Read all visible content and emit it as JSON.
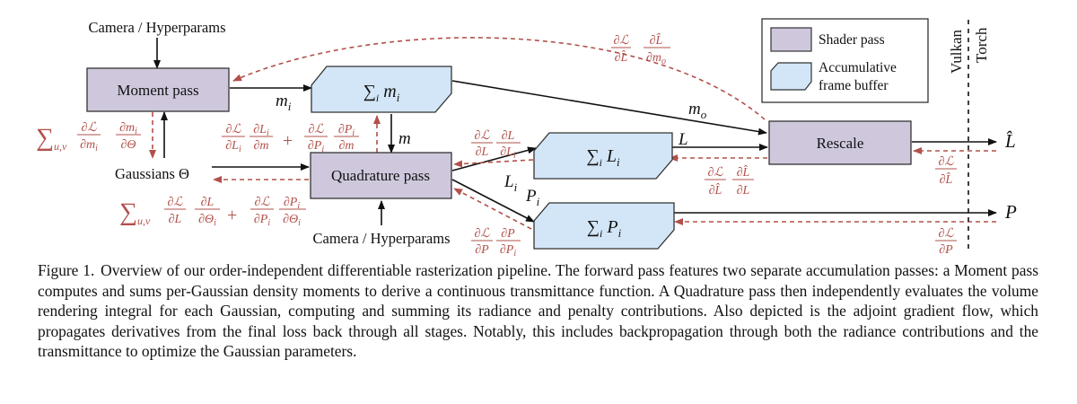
{
  "labels": {
    "camera_top": "Camera / Hyperparams",
    "camera_bottom": "Camera / Hyperparams",
    "gaussians": "Gaussians Θ",
    "vulkan": "Vulkan",
    "torch": "Torch"
  },
  "nodes": {
    "moment": "Moment pass",
    "quadrature": "Quadrature pass",
    "rescale": "Rescale",
    "sum_m": "∑",
    "sum_L": "∑",
    "sum_P": "∑",
    "sum_m_index": "i",
    "sum_L_index": "i",
    "sum_P_index": "i",
    "sum_m_var": "m",
    "sum_L_var": "L",
    "sum_P_var": "P",
    "sum_m_sub": "i",
    "sum_L_sub": "i",
    "sum_P_sub": "i"
  },
  "legend": {
    "shader": "Shader pass",
    "accum_line1": "Accumulative",
    "accum_line2": "frame buffer"
  },
  "edges": {
    "m_i": "m",
    "m_i_sub": "i",
    "m": "m",
    "m_o": "m",
    "m_o_sub": "o",
    "L": "L",
    "L_i": "L",
    "L_i_sub": "i",
    "P_i": "P",
    "P_i_sub": "i",
    "L_hat": "L̂",
    "P": "P"
  },
  "gradients": {
    "top_num1": "∂ℒ",
    "top_den1": "∂L̂",
    "top_num2": "∂L̂",
    "top_den2": "∂m",
    "top_den2_sub": "o",
    "sum_uv": "∑",
    "sum_uv_sub": "u,v",
    "mom_num1": "∂ℒ",
    "mom_den1": "∂m",
    "mom_num2": "∂m",
    "mom_den2": "∂Θ",
    "mom_sub": "i",
    "mid_num1": "∂ℒ",
    "mid_den1": "∂L",
    "mid_num2": "∂L",
    "mid_den2": "∂m",
    "mid_num3": "∂ℒ",
    "mid_den3": "∂P",
    "mid_num4": "∂P",
    "mid_den4": "∂m",
    "mid_sub": "i",
    "plus": "+",
    "quad_num1": "∂ℒ",
    "quad_den1": "∂L",
    "quad_num2": "∂L",
    "quad_den2": "∂Θ",
    "quad_num3": "∂ℒ",
    "quad_den3": "∂P",
    "quad_num4": "∂P",
    "quad_den4": "∂Θ",
    "quad_sub": "i",
    "L_num1": "∂ℒ",
    "L_den1": "∂L",
    "L_num2": "∂L",
    "L_den2": "∂L",
    "L_sub": "i",
    "R_num1": "∂ℒ",
    "R_den1": "∂L̂",
    "R_num2": "∂L̂",
    "R_den2": "∂L",
    "P_num1": "∂ℒ",
    "P_den1": "∂P",
    "P_num2": "∂P",
    "P_den2": "∂P",
    "P_sub": "i",
    "Lhat_num": "∂ℒ",
    "Lhat_den": "∂L̂",
    "Pout_num": "∂ℒ",
    "Pout_den": "∂P"
  },
  "colors": {
    "shader_fill": "#cfc8dd",
    "accum_fill": "#d3e6f8",
    "gradient": "#b2504a",
    "stroke": "#333333"
  },
  "caption": {
    "label": "Figure 1.",
    "text": "Overview of our order-independent differentiable rasterization pipeline. The forward pass features two separate accumulation passes: a Moment pass computes and sums per-Gaussian density moments to derive a continuous transmittance function. A Quadrature pass then independently evaluates the volume rendering integral for each Gaussian, computing and summing its radiance and penalty contributions. Also depicted is the adjoint gradient flow, which propagates derivatives from the final loss back through all stages. Notably, this includes backpropagation through both the radiance contributions and the transmittance to optimize the Gaussian parameters."
  }
}
